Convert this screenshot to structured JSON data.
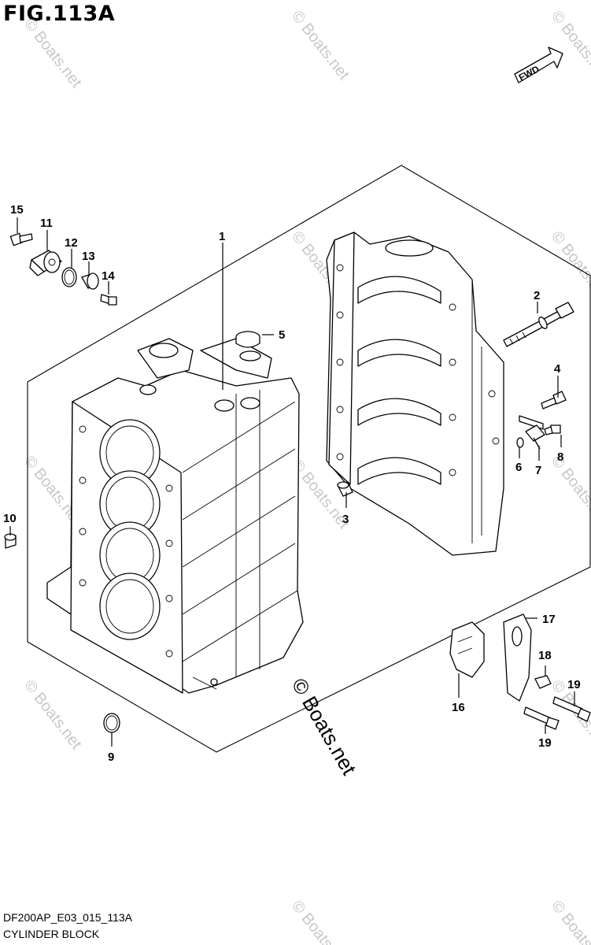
{
  "figure": {
    "title": "FIG.113A",
    "code": "DF200AP_E03_015_113A",
    "name": "CYLINDER BLOCK",
    "fwd_label": "FWD"
  },
  "watermark": {
    "text": "© Boats.net"
  },
  "callouts": [
    {
      "id": "1",
      "label": "1"
    },
    {
      "id": "2",
      "label": "2"
    },
    {
      "id": "3",
      "label": "3"
    },
    {
      "id": "4",
      "label": "4"
    },
    {
      "id": "5",
      "label": "5"
    },
    {
      "id": "6",
      "label": "6"
    },
    {
      "id": "7",
      "label": "7"
    },
    {
      "id": "8",
      "label": "8"
    },
    {
      "id": "9",
      "label": "9"
    },
    {
      "id": "10",
      "label": "10"
    },
    {
      "id": "11",
      "label": "11"
    },
    {
      "id": "12",
      "label": "12"
    },
    {
      "id": "13",
      "label": "13"
    },
    {
      "id": "14",
      "label": "14"
    },
    {
      "id": "15",
      "label": "15"
    },
    {
      "id": "16",
      "label": "16"
    },
    {
      "id": "17",
      "label": "17"
    },
    {
      "id": "18",
      "label": "18"
    },
    {
      "id": "19a",
      "label": "19"
    },
    {
      "id": "19b",
      "label": "19"
    }
  ]
}
